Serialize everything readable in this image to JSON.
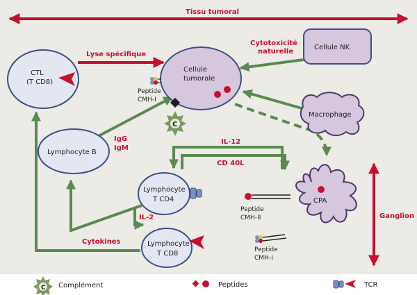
{
  "colors": {
    "background": "#ecebe6",
    "footer_background": "#ffffff",
    "cell_fill_blue": "#e3e7f2",
    "cell_stroke_blue": "#3d4f86",
    "cell_fill_purple": "#d6c6de",
    "cell_stroke_purple": "#4a3a6a",
    "arrow_green": "#5a8a50",
    "accent_red": "#c8102e",
    "complement_green": "#7a9a62",
    "tcr_blue": "#7d8fc4"
  },
  "labels": {
    "tissue": "Tissu tumoral",
    "ganglion": "Ganglion",
    "ctl_line1": "CTL",
    "ctl_line2": "(T CD8)",
    "lyse": "Lyse spécifique",
    "tumor_cell_line1": "Cellule",
    "tumor_cell_line2": "tumorale",
    "cytotox_line1": "Cytotoxicité",
    "cytotox_line2": "naturelle",
    "nk_cell": "Cellule NK",
    "peptide_cmh1_line1": "Peptide",
    "peptide_cmh1_line2": "CMH-I",
    "complement_letter": "C",
    "macrophage": "Macrophage",
    "lymphocyte_b": "Lymphocyte B",
    "igg": "IgG",
    "igm": "IgM",
    "il12": "IL-12",
    "cd40l": "CD 40L",
    "cd4_line1": "Lymphocyte",
    "cd4_line2": "T CD4",
    "il2": "IL-2",
    "cytokines": "Cytokines",
    "cd8_line1": "Lymphocyte",
    "cd8_line2": "T CD8",
    "cpa": "CPA",
    "peptide_cmh2_line1": "Peptide",
    "peptide_cmh2_line2": "CMH-II",
    "peptide_cmh1b_line1": "Peptide",
    "peptide_cmh1b_line2": "CMH-I"
  },
  "legend": {
    "complement": "Complément",
    "complement_letter": "C",
    "peptides": "Peptides",
    "tcr": "TCR"
  }
}
